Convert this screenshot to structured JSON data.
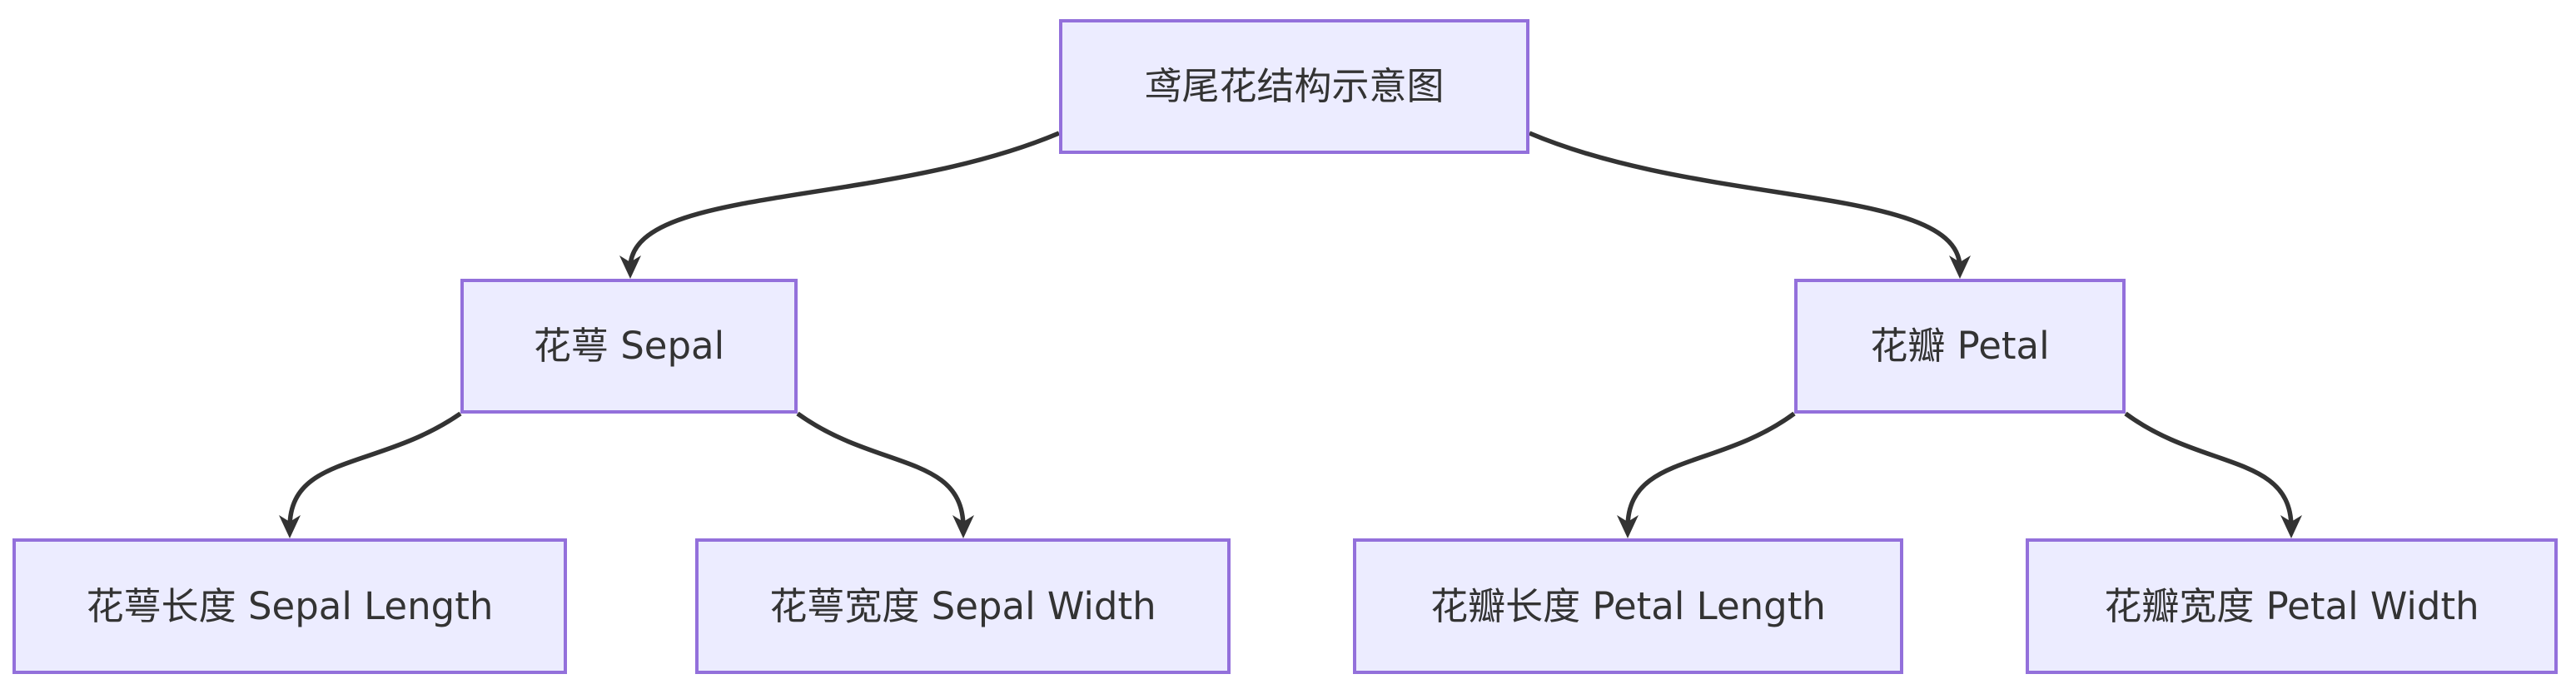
{
  "diagram": {
    "type": "flowchart",
    "direction": "top-down",
    "title": "鸢尾花结构示意图"
  },
  "nodes": {
    "root": {
      "label": "鸢尾花结构示意图"
    },
    "sepal": {
      "label": "花萼 Sepal"
    },
    "petal": {
      "label": "花瓣 Petal"
    },
    "sepal_length": {
      "label": "花萼长度 Sepal Length"
    },
    "sepal_width": {
      "label": "花萼宽度 Sepal Width"
    },
    "petal_length": {
      "label": "花瓣长度 Petal Length"
    },
    "petal_width": {
      "label": "花瓣宽度 Petal Width"
    }
  },
  "edges": [
    {
      "from": "鸢尾花结构示意图",
      "to": "花萼 Sepal"
    },
    {
      "from": "鸢尾花结构示意图",
      "to": "花瓣 Petal"
    },
    {
      "from": "花萼 Sepal",
      "to": "花萼长度 Sepal Length"
    },
    {
      "from": "花萼 Sepal",
      "to": "花萼宽度 Sepal Width"
    },
    {
      "from": "花瓣 Petal",
      "to": "花瓣长度 Petal Length"
    },
    {
      "from": "花瓣 Petal",
      "to": "花瓣宽度 Petal Width"
    }
  ],
  "colors": {
    "node_fill": "#ECECFF",
    "node_border": "#9370DB",
    "edge": "#333333",
    "text": "#333333",
    "background": "#FFFFFF"
  }
}
